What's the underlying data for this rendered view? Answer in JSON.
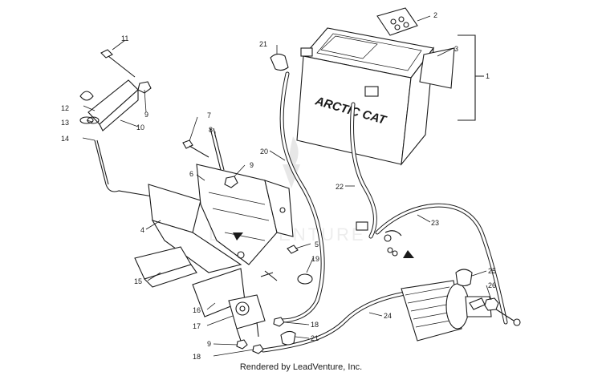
{
  "diagram": {
    "battery_brand": "ARCTIC CAT",
    "watermark": "LEADVENTURE",
    "callouts": {
      "c1": "1",
      "c2": "2",
      "c3": "3",
      "c4": "4",
      "c5": "5",
      "c6": "6",
      "c7": "7",
      "c8": "8",
      "c9a": "9",
      "c9b": "9",
      "c9c": "9",
      "c10": "10",
      "c11": "11",
      "c12": "12",
      "c13": "13",
      "c14": "14",
      "c15": "15",
      "c16": "16",
      "c17": "17",
      "c18a": "18",
      "c18b": "18",
      "c19": "19",
      "c20": "20",
      "c21a": "21",
      "c21b": "21",
      "c22": "22",
      "c23": "23",
      "c24": "24",
      "c25": "25",
      "c26": "26"
    }
  },
  "footer": {
    "text": "Rendered by LeadVenture, Inc."
  }
}
